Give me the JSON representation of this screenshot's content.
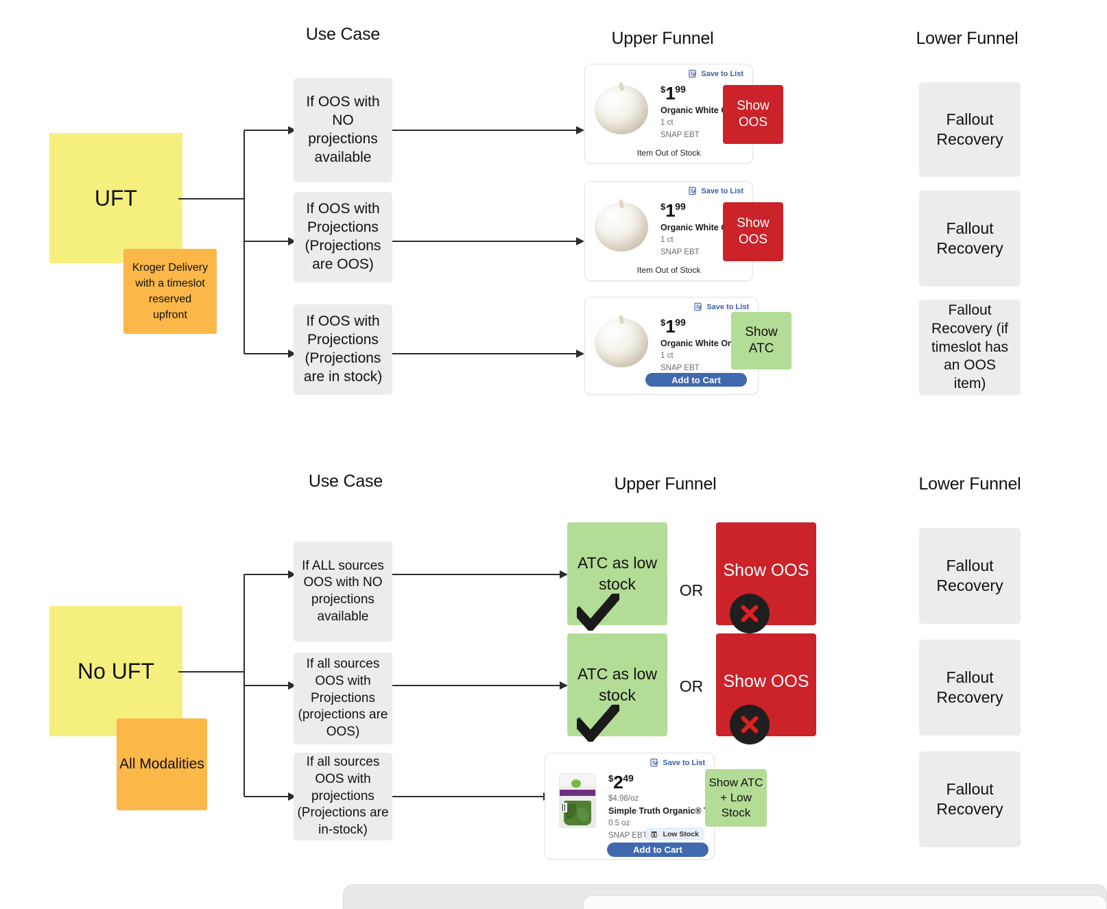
{
  "sections": [
    {
      "id": "uft",
      "headers": {
        "use_case": "Use Case",
        "upper_funnel": "Upper Funnel",
        "lower_funnel": "Lower Funnel"
      },
      "source": {
        "label": "UFT",
        "color": "#F5F07E"
      },
      "source_note": {
        "label": "Kroger Delivery with a timeslot reserved upfront",
        "color": "#FBB748"
      },
      "rows": [
        {
          "use_case": "If OOS with NO projections available",
          "card": {
            "save_to_list": "Save to List",
            "currency": "$",
            "dollars": "1",
            "cents": "99",
            "name": "Organic White Onions",
            "size": "1 ct",
            "snap": "SNAP EBT",
            "footer": "Item Out of Stock",
            "product_image": "white-onion"
          },
          "tag": {
            "label": "Show OOS",
            "type": "red",
            "color": "#CC2229"
          },
          "lower_funnel": "Fallout Recovery"
        },
        {
          "use_case": "If OOS with Projections (Projections are OOS)",
          "card": {
            "save_to_list": "Save to List",
            "currency": "$",
            "dollars": "1",
            "cents": "99",
            "name": "Organic White Onions",
            "size": "1 ct",
            "snap": "SNAP EBT",
            "footer": "Item Out of Stock",
            "product_image": "white-onion"
          },
          "tag": {
            "label": "Show OOS",
            "type": "red",
            "color": "#CC2229"
          },
          "lower_funnel": "Fallout Recovery"
        },
        {
          "use_case": "If OOS with Projections (Projections are in stock)",
          "card": {
            "save_to_list": "Save to List",
            "currency": "$",
            "dollars": "1",
            "cents": "99",
            "name": "Organic White Onions",
            "size": "1 ct",
            "snap": "SNAP EBT",
            "add_to_cart": "Add to Cart",
            "product_image": "white-onion"
          },
          "tag": {
            "label": "Show ATC",
            "type": "green",
            "color": "#B3DC96"
          },
          "lower_funnel": "Fallout Recovery (if timeslot has an OOS item)"
        }
      ]
    },
    {
      "id": "no-uft",
      "headers": {
        "use_case": "Use Case",
        "upper_funnel": "Upper Funnel",
        "lower_funnel": "Lower Funnel"
      },
      "source": {
        "label": "No UFT",
        "color": "#F5F07E"
      },
      "source_note": {
        "label": "All Modalities",
        "color": "#FBB748"
      },
      "rows": [
        {
          "use_case": "If ALL sources OOS with NO projections available",
          "choice": {
            "option_a": {
              "label": "ATC as low stock",
              "type": "green",
              "color": "#B3DC96",
              "mark": "check"
            },
            "connector": "OR",
            "option_b": {
              "label": "Show OOS",
              "type": "red",
              "color": "#CC2229",
              "mark": "x"
            }
          },
          "lower_funnel": "Fallout Recovery"
        },
        {
          "use_case": "If all sources OOS with Projections (projections are OOS)",
          "choice": {
            "option_a": {
              "label": "ATC as low stock",
              "type": "green",
              "color": "#B3DC96",
              "mark": "check"
            },
            "connector": "OR",
            "option_b": {
              "label": "Show OOS",
              "type": "red",
              "color": "#CC2229",
              "mark": "x"
            }
          },
          "lower_funnel": "Fallout Recovery"
        },
        {
          "use_case": "If all sources OOS with projections (Projections are in-stock)",
          "card": {
            "save_to_list": "Save to List",
            "currency": "$",
            "dollars": "2",
            "cents": "49",
            "unit_price": "$4.98/oz",
            "name": "Simple Truth Organic® Thai Basil",
            "size": "0.5 oz",
            "snap": "SNAP EBT",
            "low_stock_badge": "Low Stock",
            "add_to_cart": "Add to Cart",
            "product_image": "thai-basil"
          },
          "tag": {
            "label": "Show ATC + Low Stock",
            "type": "green",
            "color": "#B3DC96"
          },
          "lower_funnel": "Fallout Recovery"
        }
      ]
    }
  ],
  "palette": {
    "yellow": "#F5F07E",
    "orange": "#FBB748",
    "grey_box": "#ECECEC",
    "red": "#CC2229",
    "green": "#B3DC96",
    "link_blue": "#3B5CA8",
    "cart_blue": "#4069B0",
    "connector": "#2B2B2B"
  }
}
